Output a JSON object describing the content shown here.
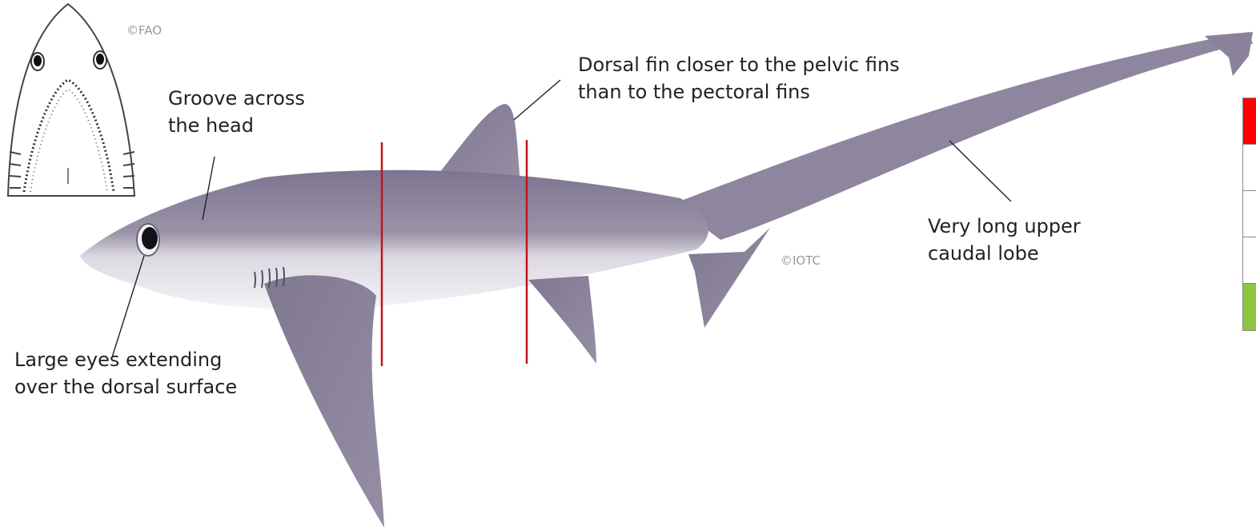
{
  "labels": {
    "groove": [
      "Groove across",
      "the head"
    ],
    "dorsal": [
      "Dorsal fin closer to the pelvic fins",
      "than to the pectoral fins"
    ],
    "eyes": [
      "Large eyes extending",
      "over the dorsal surface"
    ],
    "caudal": [
      "Very long upper",
      "caudal lobe"
    ]
  },
  "credits": {
    "fao": "©FAO",
    "iotc": "©IOTC"
  },
  "colors": {
    "shark_body": "#8a8298",
    "shark_belly": "#eceaf0",
    "marker_line": "#c0151a",
    "legend_top": "#ff0000",
    "legend_bottom": "#8cc63f"
  },
  "legend": [
    "red",
    "white",
    "white",
    "white",
    "green"
  ]
}
